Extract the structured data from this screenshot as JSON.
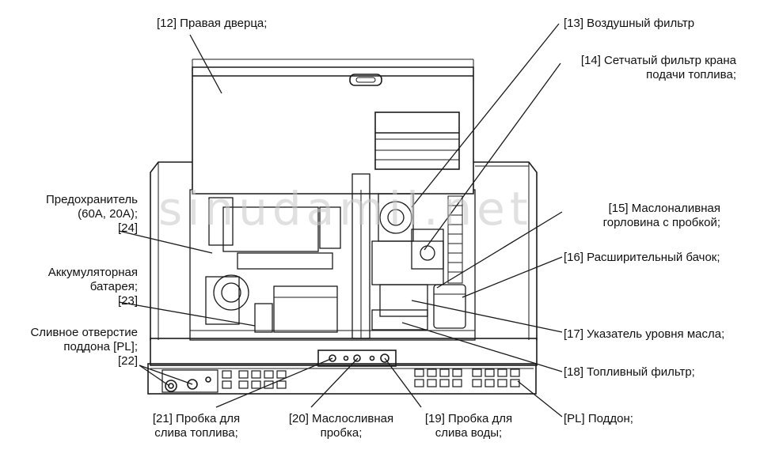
{
  "watermark": "sinudamil.net",
  "labels": {
    "l12": [
      "[12] Правая дверца;"
    ],
    "l13": [
      "[13] Воздушный фильтр"
    ],
    "l14": [
      "[14] Сетчатый фильтр крана",
      "подачи топлива;"
    ],
    "l24": [
      "Предохранитель",
      "(60А, 20А);",
      "[24]"
    ],
    "l23": [
      "Аккумуляторная",
      "батарея;",
      "[23]"
    ],
    "l22": [
      "Сливное отверстие",
      "поддона [PL];",
      "[22]"
    ],
    "l15": [
      "[15] Маслоналивная",
      "горловина с пробкой;"
    ],
    "l16": [
      "[16] Расширительный бачок;"
    ],
    "l17": [
      "[17] Указатель уровня масла;"
    ],
    "l18": [
      "[18] Топливный фильтр;"
    ],
    "l21": [
      "[21] Пробка для",
      "слива топлива;"
    ],
    "l20": [
      "[20] Маслосливная",
      "пробка;"
    ],
    "l19": [
      "[19] Пробка для",
      "слива воды;"
    ],
    "lpl": [
      "[PL] Поддон;"
    ]
  }
}
